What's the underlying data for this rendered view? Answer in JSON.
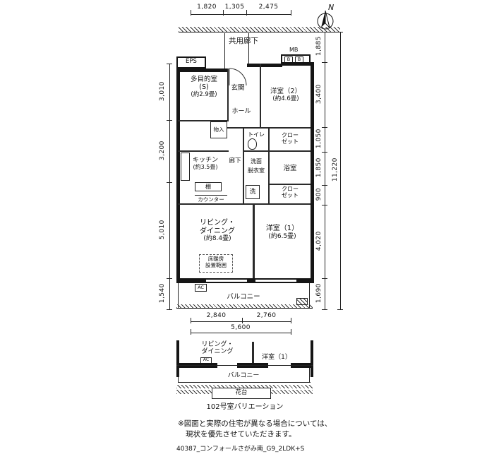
{
  "compass_n": "N",
  "top_dims": {
    "d1": "1,820",
    "d2": "1,305",
    "d3": "2,475"
  },
  "corridor": "共用廊下",
  "plan": {
    "eps": "EPS",
    "mb": "MB",
    "b": "B",
    "multipurpose_1": "多目的室",
    "multipurpose_2": "(S)",
    "multipurpose_3": "(約2.9畳)",
    "genkan": "玄関",
    "hall": "ホール",
    "yoshitsu2_1": "洋室（2）",
    "yoshitsu2_2": "(約4.6畳)",
    "monoire": "物入",
    "toilet": "トイレ",
    "closet_1": "クロー",
    "closet_2": "ゼット",
    "kitchen_1": "キッチン",
    "kitchen_2": "(約3.5畳)",
    "rouka": "廊下",
    "senmen": "洗面",
    "datsui": "脱衣室",
    "bath": "浴室",
    "tana": "棚",
    "sen": "洗",
    "counter": "カウンター",
    "living_1": "リビング・",
    "living_2": "ダイニング",
    "living_3": "(約8.4畳)",
    "yoshitsu1_1": "洋室（1）",
    "yoshitsu1_2": "(約6.5畳)",
    "yukadan_1": "床暖房",
    "yukadan_2": "設置範囲",
    "ac": "AC",
    "balcony": "バルコニー"
  },
  "left_dims": {
    "d1": "3,010",
    "d2": "3,200",
    "d3": "5,010",
    "d4": "1,540"
  },
  "right_dims": {
    "d1": "1,885",
    "d2": "3,400",
    "d3": "1,050",
    "d4": "1,850",
    "d5": "900",
    "d6": "4,020",
    "d7": "1,690",
    "total": "11,220"
  },
  "bottom_dims": {
    "d1": "2,840",
    "d2": "2,760",
    "total": "5,600"
  },
  "variation": {
    "living_1": "リビング・",
    "living_2": "ダイニング",
    "yoshitsu1": "洋室（1）",
    "ac": "AC",
    "balcony": "バルコニー",
    "kadai": "花台",
    "caption": "102号室バリエーション"
  },
  "note_1": "※図面と実際の住宅が異なる場合については、",
  "note_2": "現状を優先させていただきます。",
  "footer": "40387_コンフォールさがみ南_G9_2LDK+S"
}
